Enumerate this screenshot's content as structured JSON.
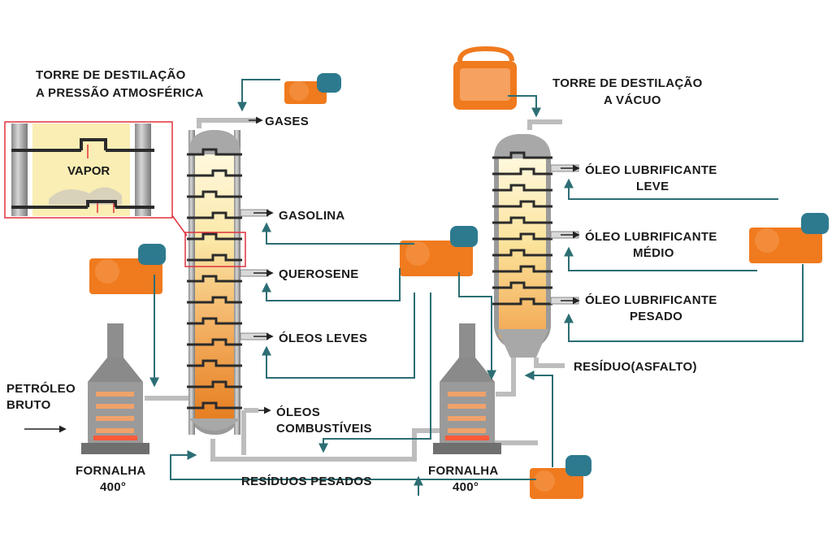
{
  "atmospheric_tower": {
    "title_line1": "TORRE DE DESTILAÇÃO",
    "title_line2": "A PRESSÃO ATMOSFÉRICA",
    "outputs": {
      "gases": "GASES",
      "gasolina": "GASOLINA",
      "querosene": "QUEROSENE",
      "oleos_leves": "ÓLEOS LEVES",
      "oleos_comb_line1": "ÓLEOS",
      "oleos_comb_line2": "COMBUSTÍVEIS"
    }
  },
  "vacuum_tower": {
    "title_line1": "TORRE DE DESTILAÇÃO",
    "title_line2": "A VÁCUO",
    "outputs": {
      "leve_line1": "ÓLEO LUBRIFICANTE",
      "leve_line2": "LEVE",
      "medio_line1": "ÓLEO LUBRIFICANTE",
      "medio_line2": "MÉDIO",
      "pesado_line1": "ÓLEO LUBRIFICANTE",
      "pesado_line2": "PESADO",
      "residuo": "RESÍDUO(ASFALTO)"
    }
  },
  "inset": {
    "vapor_label": "VAPOR"
  },
  "input": {
    "line1": "PETRÓLEO",
    "line2": "BRUTO"
  },
  "furnace_left": {
    "line1": "FORNALHA",
    "line2": "400°"
  },
  "furnace_right": {
    "line1": "FORNALHA",
    "line2": "400°"
  },
  "residuos_pesados": "RESÍDUOS PESADOS",
  "colors": {
    "arrow": "#2c6e74",
    "pump": "#f07a1e",
    "motor": "#2d7a8f",
    "inset_border": "#e0303c",
    "pipe": "#c9c9c9"
  }
}
